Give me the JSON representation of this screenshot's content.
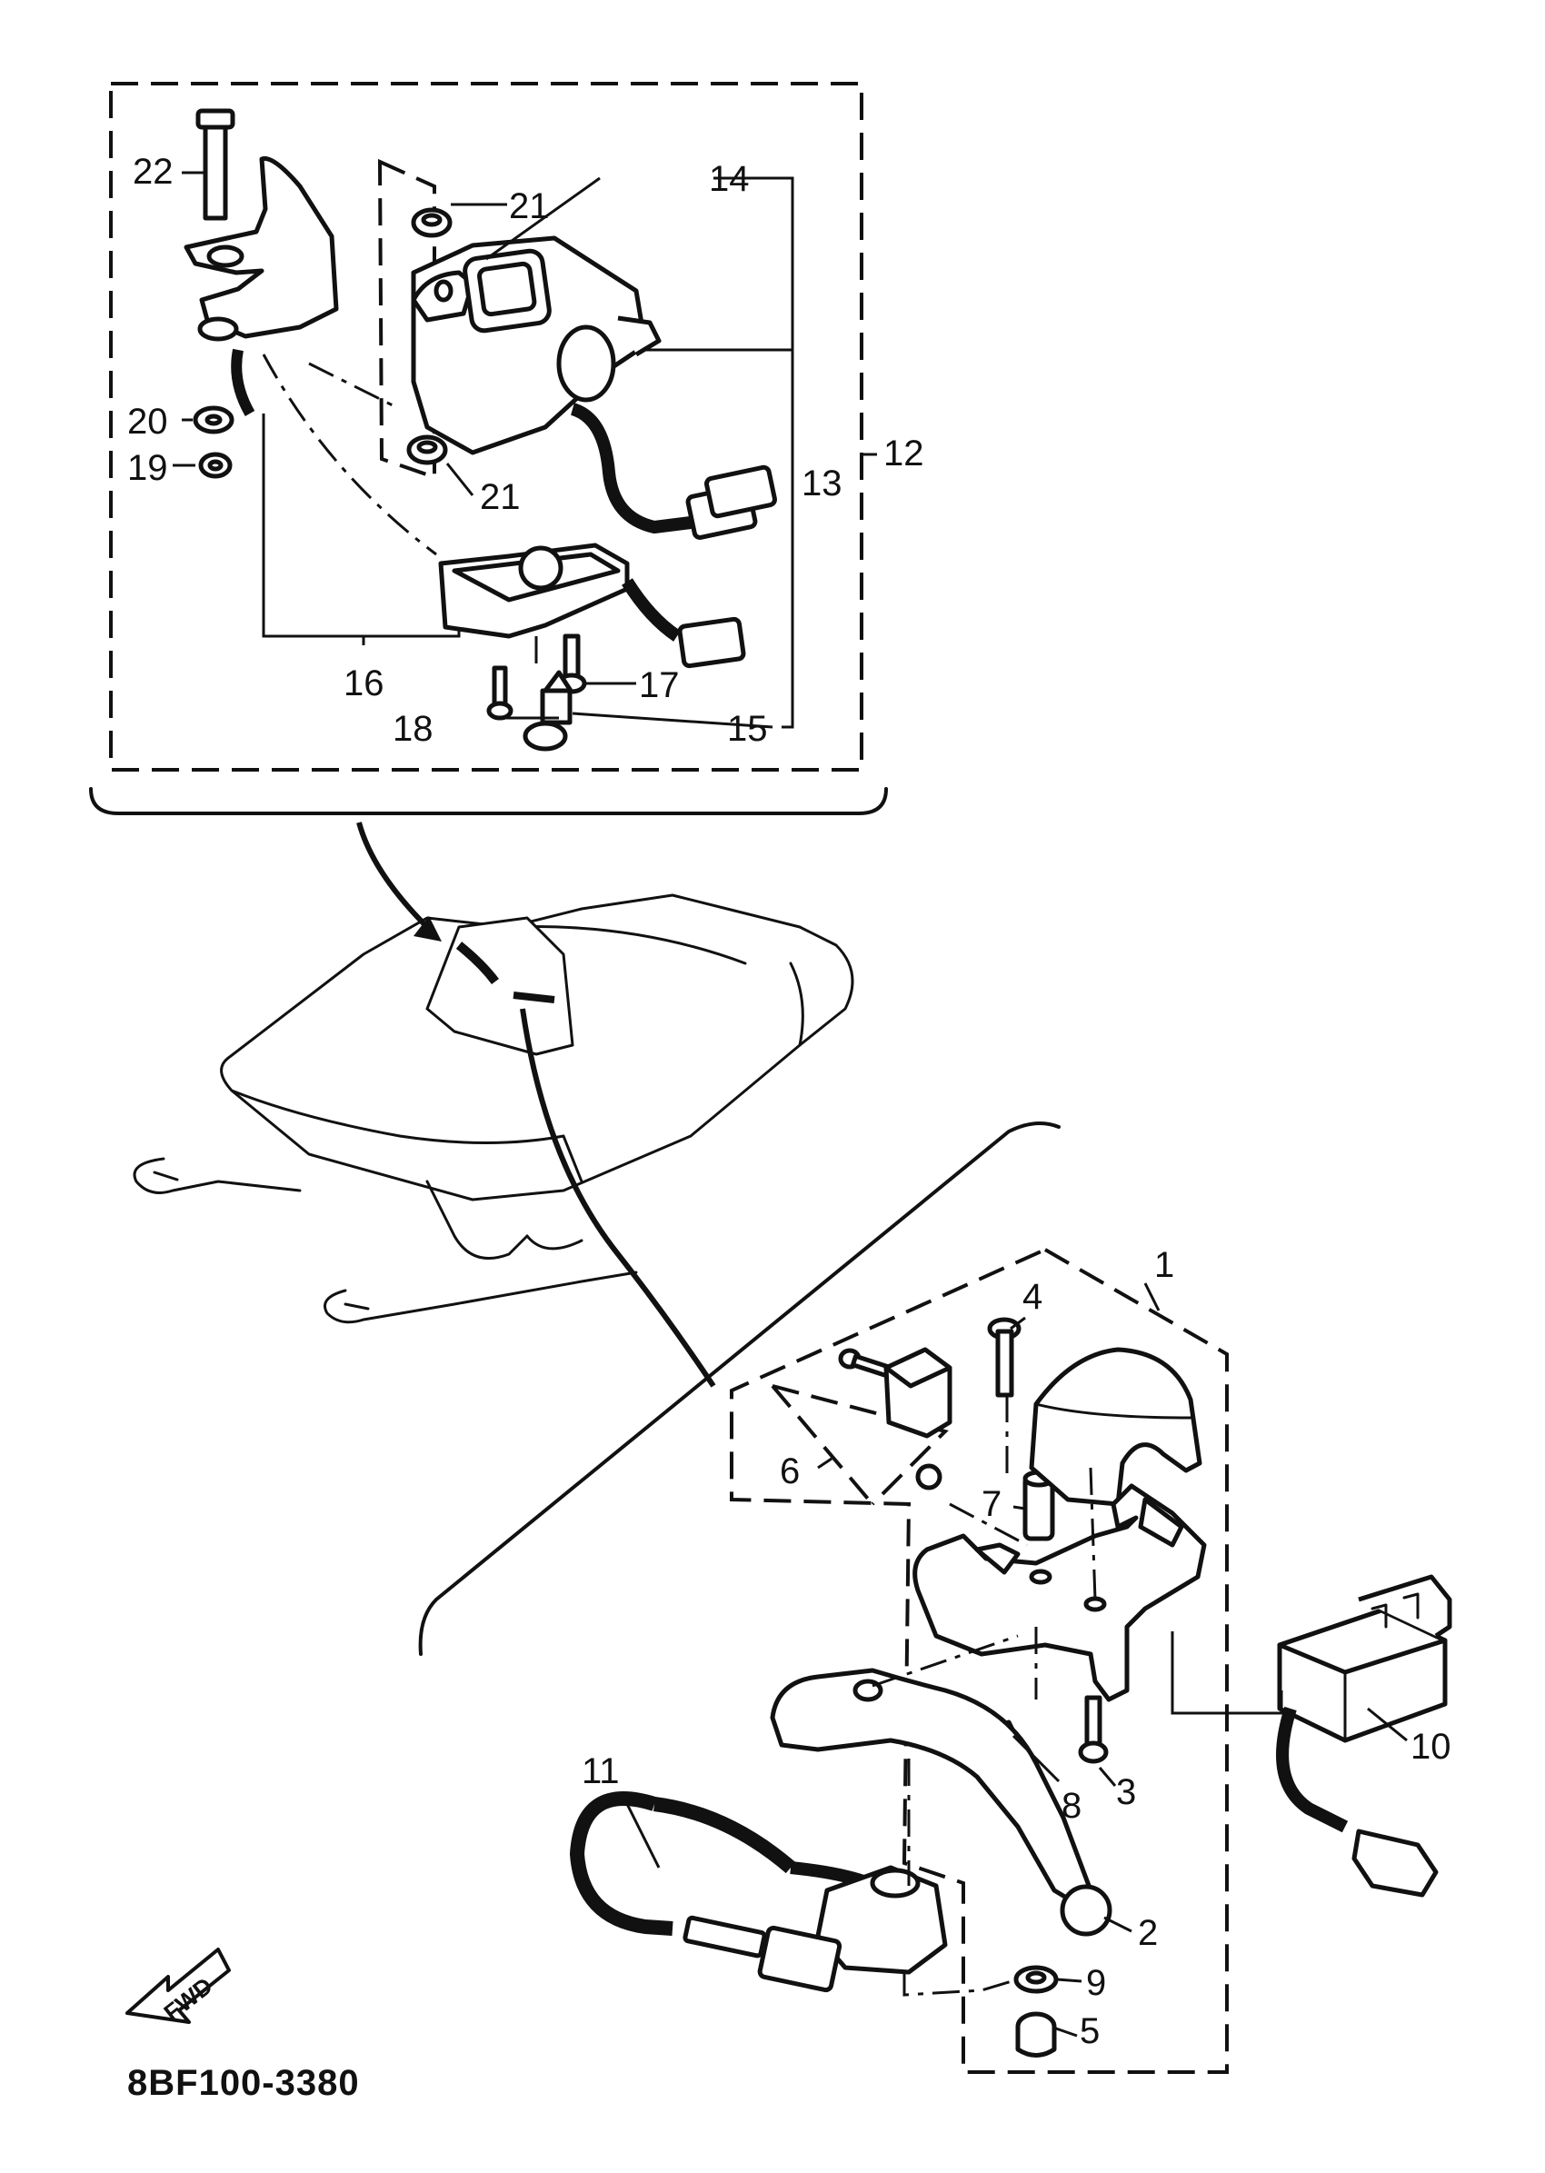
{
  "diagram_code": "8BF100-3380",
  "fwd_label": "FWD",
  "callouts": {
    "c1": "1",
    "c2": "2",
    "c3": "3",
    "c4": "4",
    "c5": "5",
    "c6": "6",
    "c7": "7",
    "c8": "8",
    "c9": "9",
    "c10": "10",
    "c11": "11",
    "c12": "12",
    "c13": "13",
    "c14": "14",
    "c15": "15",
    "c16": "16",
    "c17": "17",
    "c18": "18",
    "c19": "19",
    "c20": "20",
    "c21a": "21",
    "c21b": "21",
    "c22": "22"
  }
}
